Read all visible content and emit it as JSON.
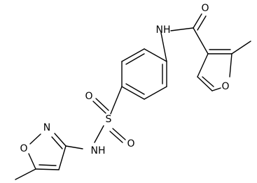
{
  "molecule": {
    "atom_labels": {
      "carbonyl_oxygen": "O",
      "amide_nh": "NH",
      "furan_oxygen": "O",
      "sulfonyl_sulfur": "S",
      "sulfonyl_oxygen_top": "O",
      "sulfonyl_oxygen_bottom": "O",
      "sulfonamide_nh": "NH",
      "isoxazole_nitrogen": "N",
      "isoxazole_oxygen": "O"
    }
  }
}
